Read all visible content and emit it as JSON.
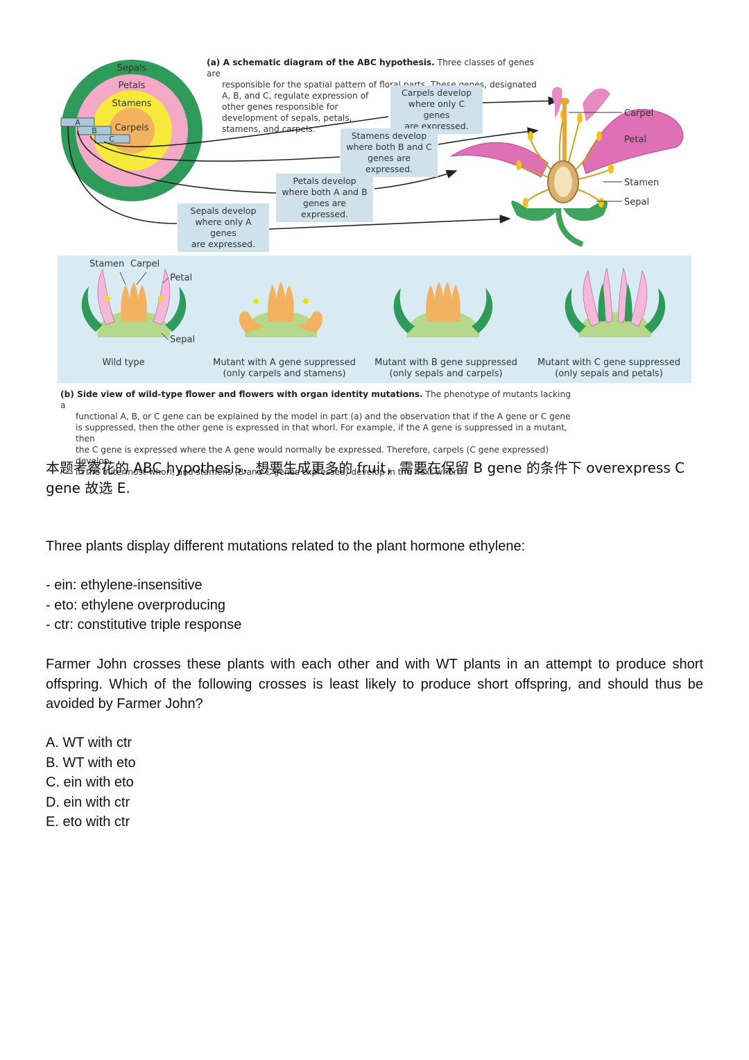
{
  "figure": {
    "caption_a": {
      "title": "(a) A schematic diagram of the ABC hypothesis.",
      "lines": [
        "Three classes of genes are",
        "responsible for the spatial pattern of floral parts. These genes, designated",
        "A, B, and C, regulate expression of",
        "other genes responsible for",
        "development of sepals, petals,",
        "stamens, and carpels."
      ]
    },
    "whorls": {
      "sepals": "Sepals",
      "petals": "Petals",
      "stamens": "Stamens",
      "carpels": "Carpels"
    },
    "gene_tags": {
      "a": "A",
      "b": "B",
      "c": "C"
    },
    "boxes": {
      "carpels": [
        "Carpels develop",
        "where only C genes",
        "are expressed."
      ],
      "stamens": [
        "Stamens develop",
        "where both B and C",
        "genes are expressed."
      ],
      "petals": [
        "Petals develop",
        "where both A and B",
        "genes are expressed."
      ],
      "sepals": [
        "Sepals develop",
        "where only A genes",
        "are expressed."
      ]
    },
    "flower_labels": {
      "carpel": "Carpel",
      "petal": "Petal",
      "stamen": "Stamen",
      "sepal": "Sepal"
    },
    "panel_b_labels": {
      "stamen": "Stamen",
      "carpel": "Carpel",
      "petal": "Petal",
      "sepal": "Sepal"
    },
    "mutants": [
      {
        "line1": "Wild type",
        "line2": ""
      },
      {
        "line1": "Mutant with A gene suppressed",
        "line2": "(only carpels and stamens)"
      },
      {
        "line1": "Mutant with B gene suppressed",
        "line2": "(only sepals and carpels)"
      },
      {
        "line1": "Mutant with C gene suppressed",
        "line2": "(only sepals and petals)"
      }
    ],
    "caption_b": {
      "title": "(b) Side view of wild-type flower and flowers with organ identity mutations.",
      "lines": [
        "The phenotype of mutants lacking a",
        "functional A, B, or C gene can be explained by the model in part (a) and the observation that if the A gene or C gene",
        "is suppressed, then the other gene is expressed in that whorl. For example, if the A gene is suppressed in a mutant, then",
        "the C gene is expressed where the A gene would normally be expressed. Therefore, carpels (C gene expressed) develop",
        "in the outermost whorl, and stamens (B and C genes expressed) develop in the next whorl."
      ]
    }
  },
  "answer_note": {
    "line1": "本题考察花的 ABC hypothesis，想要生成更多的 fruit，需要在保留 B gene 的条件下 overexpress C",
    "line2": "gene  故选 E."
  },
  "question": {
    "intro": "Three plants display different mutations related to the plant hormone ethylene:",
    "mutations": [
      "- ein: ethylene-insensitive",
      "- eto: ethylene overproducing",
      "- ctr: constitutive triple response"
    ],
    "prompt": "Farmer John crosses these plants with each other and with WT plants in an attempt to produce short offspring. Which of the following crosses is least likely to produce short offspring, and should thus be avoided by Farmer John?",
    "options": [
      "A. WT with ctr",
      "B. WT with eto",
      "C. ein with eto",
      "D. ein with ctr",
      "E. eto with ctr"
    ]
  }
}
